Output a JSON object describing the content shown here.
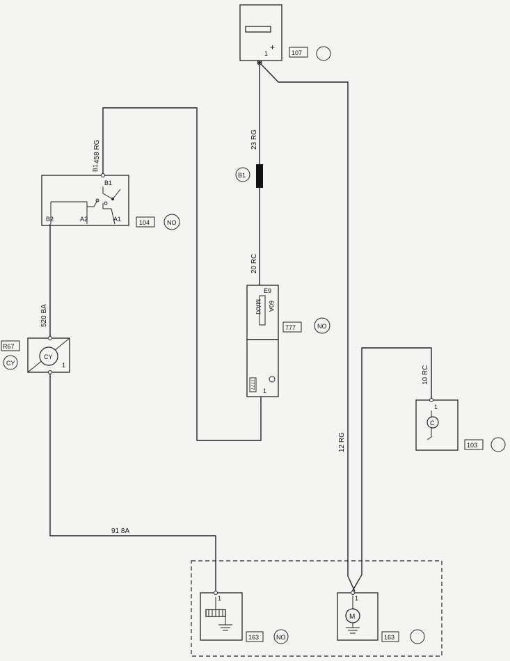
{
  "components": {
    "battery": {
      "pin_label": "1",
      "plus_sign": "+",
      "ref": "107"
    },
    "relay": {
      "pin_b1": "B1",
      "pin_b1_inner": "B1",
      "pin_b2": "B2",
      "pin_a2": "A2",
      "pin_a1": "A1",
      "ref": "104",
      "circle_label": "NO"
    },
    "fuse": {
      "pin_top": "E9",
      "maxi_label": "MAXI",
      "rating": "60A",
      "ref": "777",
      "circle_label": "NO",
      "lower_code": "7777",
      "lower_pin": "1"
    },
    "connector_cy": {
      "ref": "R67",
      "circle_label": "CY",
      "inner_label": "CY",
      "pin": "1"
    },
    "splice": {
      "label": "B1"
    },
    "generator": {
      "pin": "1",
      "ref": "103"
    },
    "heater": {
      "pin": "1",
      "ref": "163",
      "circle_label": "NO"
    },
    "motor": {
      "pin": "1",
      "ref": "163",
      "symbol": "M"
    }
  },
  "wires": {
    "w458": "458 RG",
    "w23": "23 RG",
    "w20": "20 RC",
    "w520": "520 BA",
    "w918": "91 8A",
    "w12": "12 RG",
    "w10": "10 RC"
  },
  "colors": {
    "line": "#222222",
    "background": "#f4f4f2",
    "fuse_body": "#111111"
  }
}
